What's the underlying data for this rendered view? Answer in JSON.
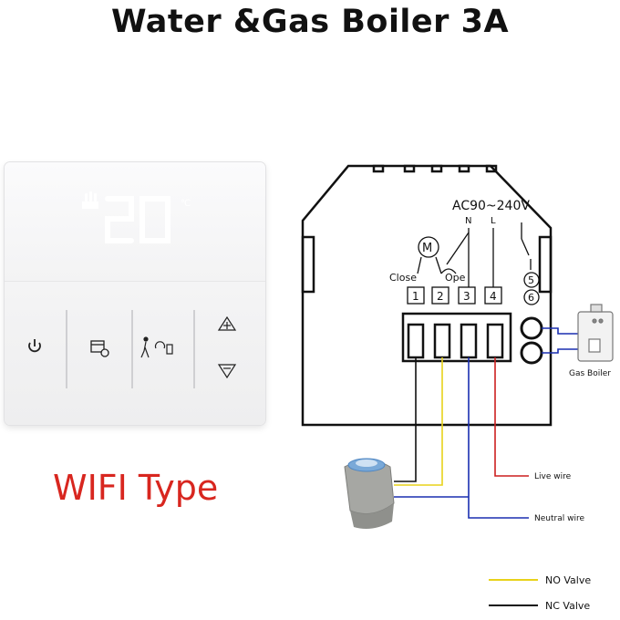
{
  "title": "Water &Gas Boiler 3A",
  "thermostat": {
    "display_temp": "20",
    "display_unit": "℃",
    "buttons": [
      "power-icon",
      "schedule-calendar-icon",
      "mode-away-home-icon",
      "up-arrow-icon",
      "down-arrow-icon"
    ]
  },
  "wifi_label": "WIFI Type",
  "wiring": {
    "supply": "AC90~240V",
    "n_label": "N",
    "l_label": "L",
    "motor": "M",
    "close": "Close",
    "open": "Ope",
    "terminals": [
      "1",
      "2",
      "3",
      "4"
    ],
    "dry_contacts": [
      "5",
      "6"
    ],
    "gas_boiler": "Gas Boiler",
    "live_wire": "Live wire",
    "neutral_wire": "Neutral wire"
  },
  "legend": {
    "no_valve": "NO Valve",
    "nc_valve": "NC Valve"
  },
  "colors": {
    "title": "#111111",
    "wifi": "#d8261f",
    "live": "#cc1f1f",
    "neutral": "#1a2fb0",
    "no_valve": "#e8d21a",
    "nc_valve": "#111111",
    "display": "#ffffff"
  }
}
